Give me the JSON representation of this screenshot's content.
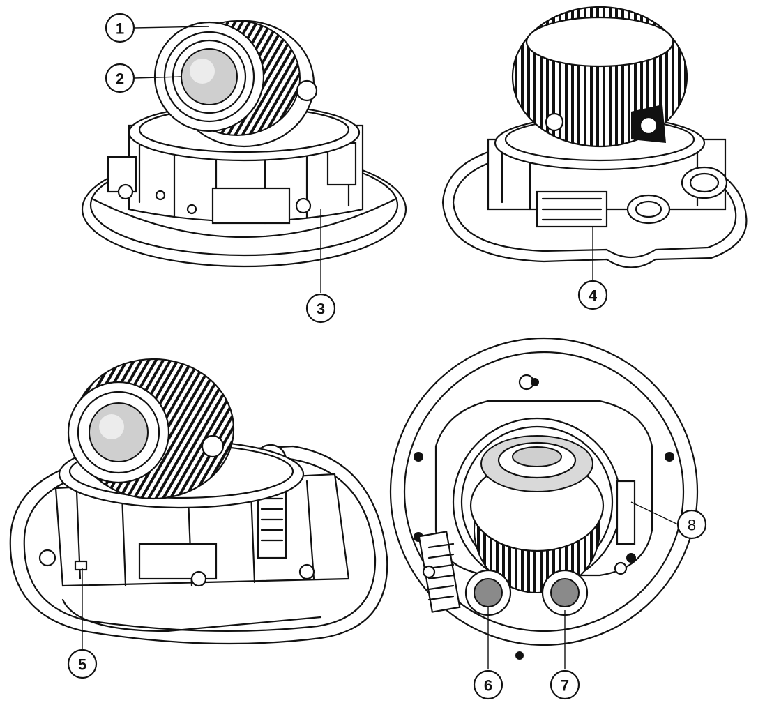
{
  "callouts": [
    {
      "id": "1",
      "label": "1"
    },
    {
      "id": "2",
      "label": "2"
    },
    {
      "id": "3",
      "label": "3"
    },
    {
      "id": "4",
      "label": "4"
    },
    {
      "id": "5",
      "label": "5"
    },
    {
      "id": "6",
      "label": "6"
    },
    {
      "id": "7",
      "label": "7"
    },
    {
      "id": "8",
      "label": "8"
    }
  ],
  "colors": {
    "line": "#111111",
    "background": "#ffffff",
    "shade": "#d9d9d9"
  }
}
